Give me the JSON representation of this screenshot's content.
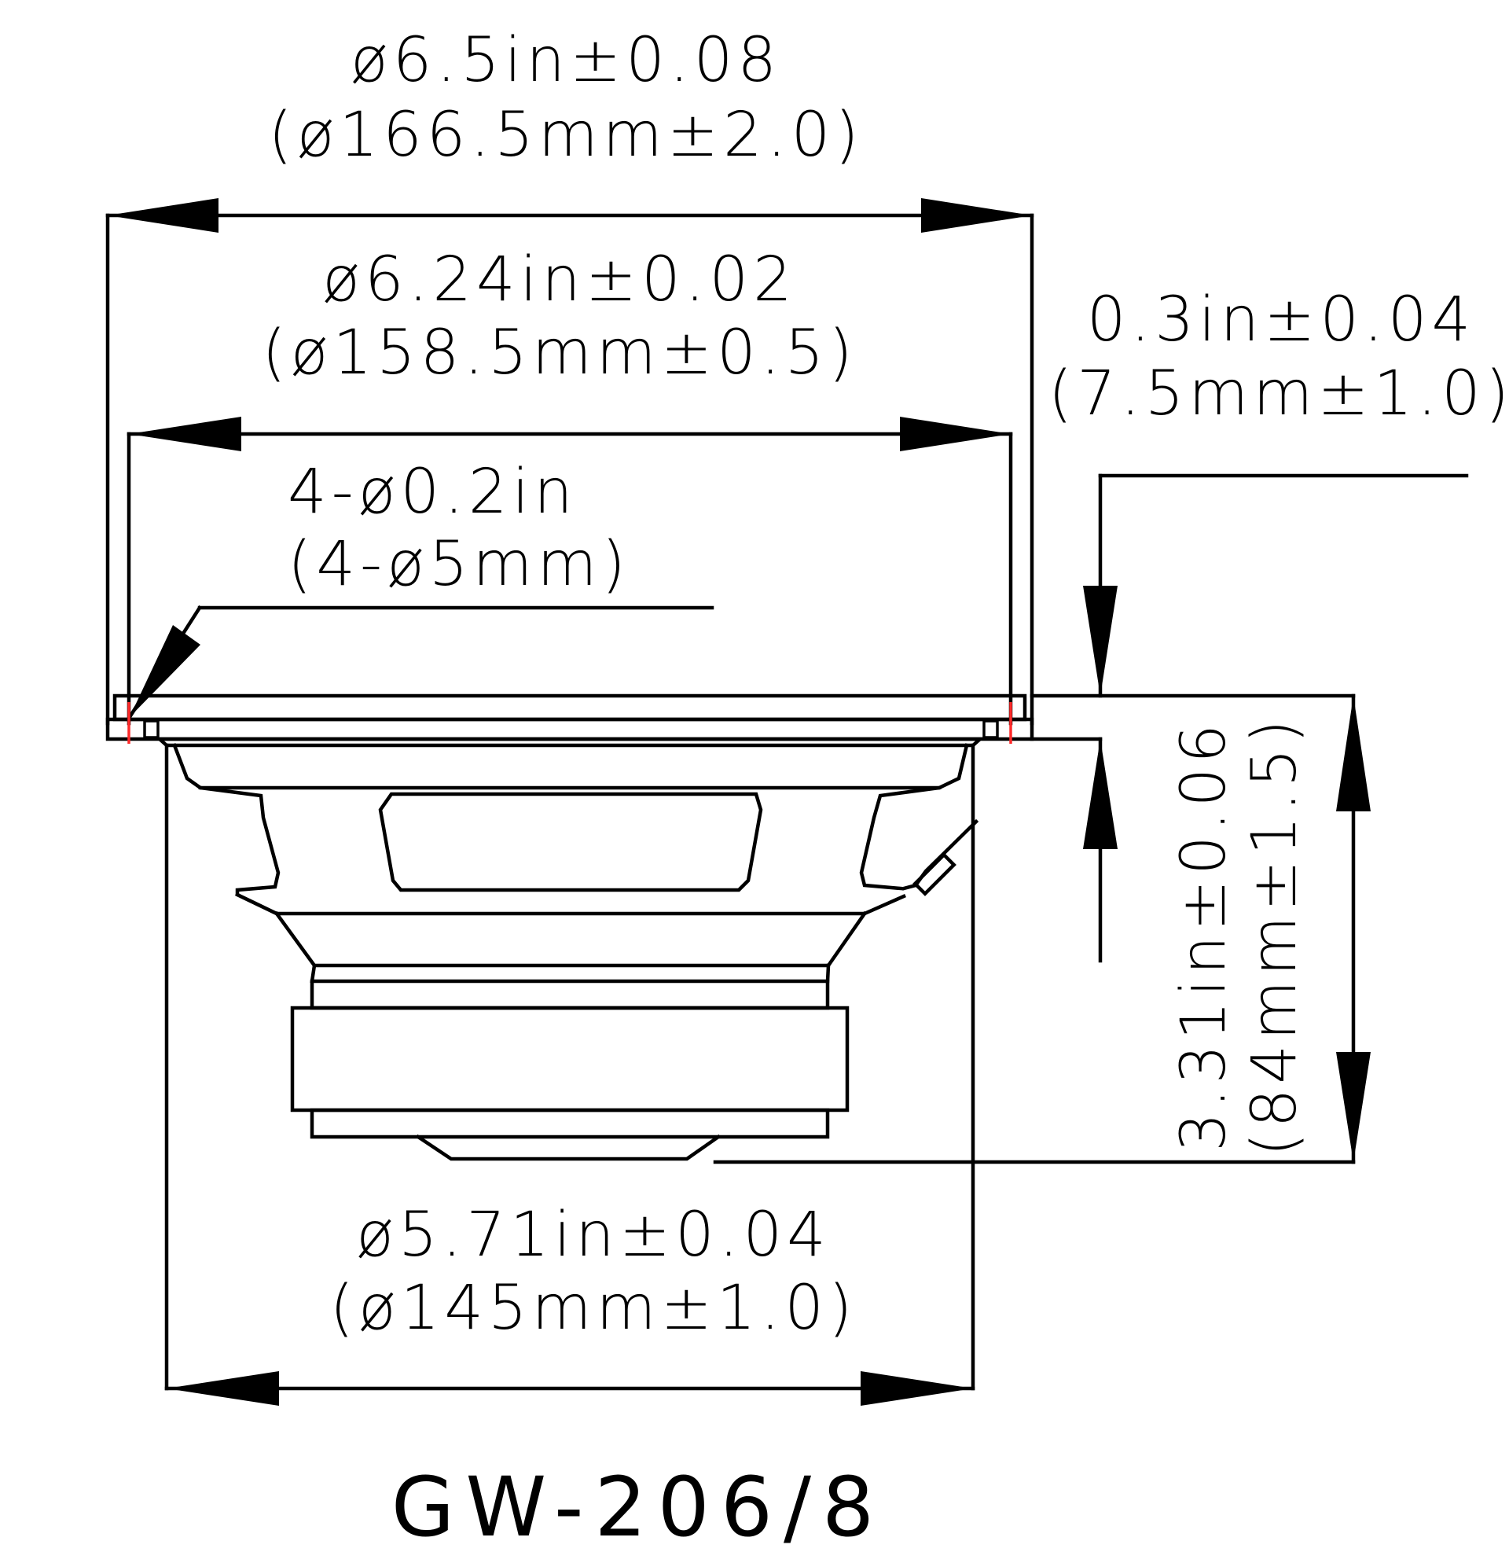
{
  "model": "GW-206/8",
  "dimensions": {
    "outer_diameter": {
      "imperial": "ø6.5in±0.08",
      "metric": "(ø166.5mm±2.0)"
    },
    "mounting_diameter": {
      "imperial": "ø6.24in±0.02",
      "metric": "(ø158.5mm±0.5)"
    },
    "mounting_holes": {
      "imperial": "4-ø0.2in",
      "metric": "(4-ø5mm)"
    },
    "flange_thickness": {
      "imperial": "0.3in±0.04",
      "metric": "(7.5mm±1.0)"
    },
    "depth": {
      "imperial": "3.31in±0.06",
      "metric": "(84mm±1.5)"
    },
    "cutout_diameter": {
      "imperial": "ø5.71in±0.04",
      "metric": "(ø145mm±1.0)"
    }
  },
  "colors": {
    "line": "#000000",
    "hole_marker": "#ff2a2a",
    "background": "#ffffff"
  }
}
